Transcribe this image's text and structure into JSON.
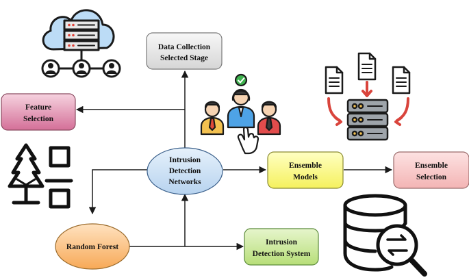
{
  "nodes": {
    "data_collection": {
      "line1": "Data Collection",
      "line2": "Selected Stage"
    },
    "feature_selection": {
      "line1": "Feature",
      "line2": "Selection"
    },
    "intrusion_networks": {
      "line1": "Intrusion",
      "line2": "Detection",
      "line3": "Networks"
    },
    "ensemble_models": {
      "line1": "Ensemble",
      "line2": "Models"
    },
    "ensemble_selection": {
      "line1": "Ensemble",
      "line2": "Selection"
    },
    "random_forest": {
      "line1": "Random Forest"
    },
    "intrusion_system": {
      "line1": "Intrusion",
      "line2": "Detection System"
    }
  },
  "colors": {
    "data_collection": "#e8e8e8",
    "feature_selection": "#e9a9bf",
    "intrusion_networks": "#cfe2f5",
    "ensemble_models": "#ffff99",
    "ensemble_selection": "#f8cbcb",
    "random_forest": "#fbc48a",
    "intrusion_system": "#cdea9e"
  },
  "icons": [
    "cloud-server-network-icon",
    "team-selection-icon",
    "documents-server-icon",
    "tree-structure-icon",
    "database-search-icon"
  ]
}
